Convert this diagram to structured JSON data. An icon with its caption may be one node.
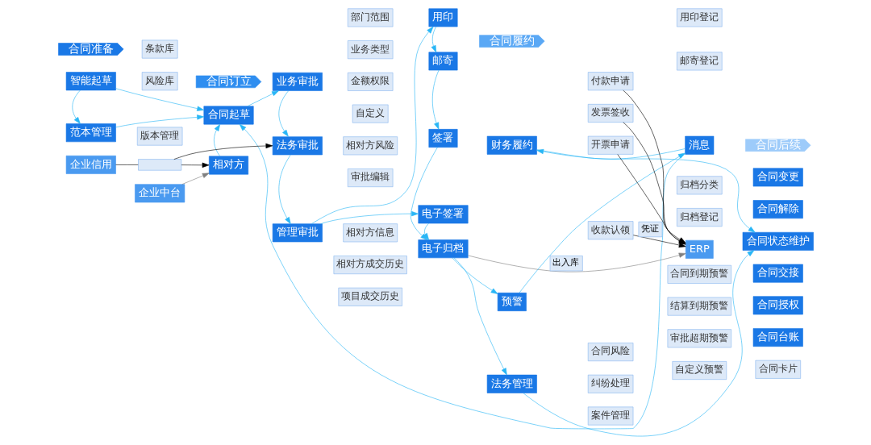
{
  "diagram": {
    "nodes": [
      {
        "text": [
          "合同准备"
        ]
      },
      {
        "text": [
          "合同订立"
        ]
      },
      {
        "text": [
          "合同履约"
        ]
      },
      {
        "text": [
          "合同后续"
        ]
      },
      {
        "text": [
          "智能起草"
        ]
      },
      {
        "text": [
          "条款库"
        ]
      },
      {
        "text": [
          "风险库"
        ]
      },
      {
        "text": [
          "范本管理"
        ]
      },
      {
        "text": [
          "版本管理"
        ]
      },
      {
        "text": [
          "合同起草"
        ]
      },
      {
        "text": [
          "相对方"
        ]
      },
      {
        "text": [
          "业务审批"
        ]
      },
      {
        "text": [
          "部门范围"
        ]
      },
      {
        "text": [
          "业务类型"
        ]
      },
      {
        "text": [
          "金额权限"
        ]
      },
      {
        "text": [
          "自定义"
        ]
      },
      {
        "text": [
          "法务审批"
        ]
      },
      {
        "text": [
          "相对方风险"
        ]
      },
      {
        "text": [
          "审批编辑"
        ]
      },
      {
        "text": [
          "管理审批"
        ]
      },
      {
        "text": [
          "相对方信息"
        ]
      },
      {
        "text": [
          "相对方成交历史"
        ]
      },
      {
        "text": [
          "项目成交历史"
        ]
      },
      {
        "text": [
          "用印"
        ]
      },
      {
        "text": [
          "用印登记"
        ]
      },
      {
        "text": [
          "邮寄"
        ]
      },
      {
        "text": [
          "邮寄登记"
        ]
      },
      {
        "text": [
          "签署"
        ]
      },
      {
        "text": [
          "电子签署"
        ]
      },
      {
        "text": [
          "电子归档"
        ]
      },
      {
        "text": [
          "归档分类"
        ]
      },
      {
        "text": [
          "归档登记"
        ]
      },
      {
        "text": [
          "预警"
        ]
      },
      {
        "text": [
          "合同到期预警"
        ]
      },
      {
        "text": [
          "结算到期预警"
        ]
      },
      {
        "text": [
          "审批超期预警"
        ]
      },
      {
        "text": [
          "自定义预警"
        ]
      },
      {
        "text": [
          "消息"
        ]
      },
      {
        "text": [
          "财务履约"
        ]
      },
      {
        "text": [
          "付款申请"
        ]
      },
      {
        "text": [
          "发票签收"
        ]
      },
      {
        "text": [
          "开票申请"
        ]
      },
      {
        "text": [
          "收款认领"
        ]
      },
      {
        "text": [
          "法务管理"
        ]
      },
      {
        "text": [
          "合同风险"
        ]
      },
      {
        "text": [
          "纠纷处理"
        ]
      },
      {
        "text": [
          "案件管理"
        ]
      },
      {
        "text": [
          "合同变更"
        ]
      },
      {
        "text": [
          "合同解除"
        ]
      },
      {
        "text": [
          "合同状态维护"
        ]
      },
      {
        "text": [
          "合同交接"
        ]
      },
      {
        "text": [
          "合同授权"
        ]
      },
      {
        "text": [
          "合同台账"
        ]
      },
      {
        "text": [
          "合同卡片"
        ]
      },
      {
        "text": [],
        "shape": "box"
      },
      {
        "text": [
          "企业信用"
        ]
      },
      {
        "text": [
          "企业中台"
        ]
      },
      {
        "text": [
          "ERP"
        ]
      }
    ],
    "edges": [
      {
        "from": 4,
        "to": 7,
        "arrow": "to"
      },
      {
        "from": 4,
        "to": 9,
        "arrow": "to"
      },
      {
        "from": 37,
        "to": 9,
        "arrow": "to"
      },
      {
        "from": 7,
        "to": 9,
        "arrow": "to"
      },
      {
        "from": 10,
        "to": 9,
        "arrow": "to"
      },
      {
        "from": 9,
        "to": 11,
        "arrow": "to"
      },
      {
        "from": 11,
        "to": 16,
        "arrow": "to"
      },
      {
        "from": 16,
        "to": 19,
        "arrow": "to"
      },
      {
        "from": 19,
        "to": 23,
        "arrow": "to"
      },
      {
        "from": 19,
        "to": 28,
        "arrow": "to"
      },
      {
        "from": 23,
        "to": 25,
        "arrow": "to"
      },
      {
        "from": 25,
        "to": 27,
        "arrow": "to"
      },
      {
        "from": 27,
        "to": 29,
        "arrow": "to"
      },
      {
        "from": 28,
        "to": 29,
        "arrow": "to"
      },
      {
        "from": 29,
        "to": 32,
        "arrow": "to"
      },
      {
        "from": 29,
        "to": 43,
        "arrow": "to"
      },
      {
        "from": 32,
        "to": 37,
        "arrow": "to"
      },
      {
        "from": 37,
        "to": 38,
        "arrow": "to"
      },
      {
        "from": 38,
        "to": 49,
        "arrow": "to"
      },
      {
        "from": 43,
        "to": 49,
        "arrow": "to"
      },
      {
        "from": 55,
        "to": 54,
        "arrow": "none",
        "color": "#000000"
      },
      {
        "from": 54,
        "to": 16,
        "arrow": "to",
        "color": "#000000"
      },
      {
        "from": 54,
        "to": 10,
        "arrow": "to",
        "color": "#000000"
      },
      {
        "from": 56,
        "to": 10,
        "arrow": "to",
        "color": "#808080"
      },
      {
        "from": 29,
        "to": 57,
        "arrow": "to",
        "label": "出入库",
        "color": "#808080"
      },
      {
        "from": 39,
        "to": 57,
        "arrow": "to",
        "color": "#000000"
      },
      {
        "from": 40,
        "to": 57,
        "arrow": "to",
        "color": "#000000"
      },
      {
        "from": 41,
        "to": 57,
        "arrow": "to",
        "color": "#000000"
      },
      {
        "from": 42,
        "to": 57,
        "arrow": "to",
        "label": "凭证",
        "color": "#000000"
      }
    ]
  }
}
